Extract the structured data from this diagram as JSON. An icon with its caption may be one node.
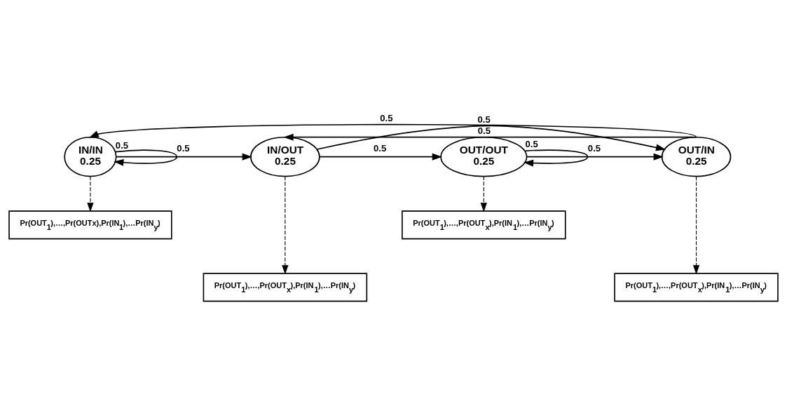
{
  "diagram": {
    "nodes": [
      {
        "text": [
          "IN/IN",
          "0.25"
        ]
      },
      {
        "text": [
          "IN/OUT",
          "0.25"
        ]
      },
      {
        "text": [
          "OUT/OUT",
          "0.25"
        ]
      },
      {
        "text": [
          "OUT/IN",
          "0.25"
        ]
      },
      {
        "text": [
          "Pr(OUT$_{1}$),…,Pr(OUTx),Pr(IN$_{1}$),…Pr(IN$_{y}$)"
        ]
      },
      {
        "text": [
          "Pr(OUT$_{1}$),…,Pr(OUT$_{x}$),Pr(IN$_{1}$),…Pr(IN$_{y}$)"
        ]
      },
      {
        "text": [
          "Pr(OUT$_{1}$),…,Pr(OUT$_{x}$),Pr(IN$_{1}$),…Pr(IN$_{y}$)"
        ]
      },
      {
        "text": [
          "Pr(OUT$_{1}$),…,Pr(OUT$_{x}$),Pr(IN$_{1}$),…Pr(IN$_{y}$)"
        ]
      }
    ],
    "edges": [
      {
        "from": 0,
        "to": 0,
        "arrow": "to",
        "label": "0.5"
      },
      {
        "from": 0,
        "to": 1,
        "arrow": "to",
        "label": "0.5"
      },
      {
        "from": 1,
        "to": 2,
        "arrow": "to",
        "label": "0.5"
      },
      {
        "from": 2,
        "to": 2,
        "arrow": "to",
        "label": "0.5"
      },
      {
        "from": 2,
        "to": 3,
        "arrow": "to",
        "label": "0.5"
      },
      {
        "from": 3,
        "to": 0,
        "arrow": "to",
        "label": "0.5"
      },
      {
        "from": 3,
        "to": 1,
        "arrow": "to",
        "label": "0.5"
      },
      {
        "from": 1,
        "to": 3,
        "arrow": "to",
        "label": "0.5"
      },
      {
        "from": 0,
        "to": 4,
        "arrow": "to",
        "style": "dashed"
      },
      {
        "from": 1,
        "to": 5,
        "arrow": "to",
        "style": "dashed"
      },
      {
        "from": 2,
        "to": 6,
        "arrow": "to",
        "style": "dashed"
      },
      {
        "from": 3,
        "to": 7,
        "arrow": "to",
        "style": "dashed"
      }
    ]
  }
}
